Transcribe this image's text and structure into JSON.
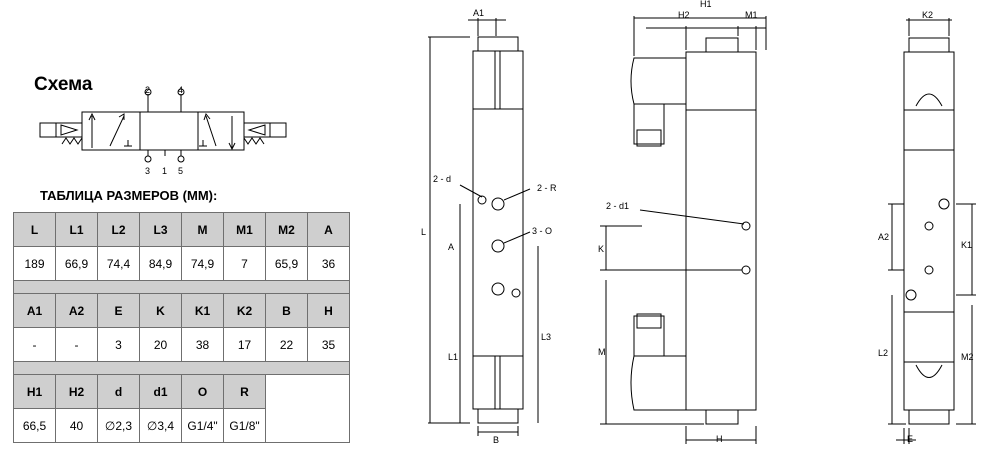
{
  "schema": {
    "title": "Схема",
    "ports": {
      "p2": "2",
      "p4": "4",
      "p3": "3",
      "p1": "1",
      "p5": "5"
    }
  },
  "table": {
    "caption": "ТАБЛИЦА РАЗМЕРОВ (ММ):",
    "groups": [
      {
        "headers": [
          "L",
          "L1",
          "L2",
          "L3",
          "M",
          "M1",
          "M2",
          "A"
        ],
        "values": [
          "189",
          "66,9",
          "74,4",
          "84,9",
          "74,9",
          "7",
          "65,9",
          "36"
        ]
      },
      {
        "headers": [
          "A1",
          "A2",
          "E",
          "K",
          "K1",
          "K2",
          "B",
          "H"
        ],
        "values": [
          "-",
          "-",
          "3",
          "20",
          "38",
          "17",
          "22",
          "35"
        ]
      },
      {
        "headers": [
          "H1",
          "H2",
          "d",
          "d1",
          "O",
          "R"
        ],
        "values": [
          "66,5",
          "40",
          "∅2,3",
          "∅3,4",
          "G1/4\"",
          "G1/8\""
        ]
      }
    ]
  },
  "front_view": {
    "labels": {
      "a1": "A1",
      "l": "L",
      "two_d": "2 - d",
      "two_r": "2 - R",
      "three_o": "3 - O",
      "a": "A",
      "l1": "L1",
      "l3": "L3",
      "b": "B"
    }
  },
  "side_view": {
    "labels": {
      "h1": "H1",
      "h2": "H2",
      "m1": "M1",
      "two_d1": "2 - d1",
      "k": "K",
      "m": "M",
      "h": "H"
    }
  },
  "end_view": {
    "labels": {
      "k2": "K2",
      "a2": "A2",
      "k1": "K1",
      "l2": "L2",
      "m2": "M2",
      "e": "E"
    }
  }
}
